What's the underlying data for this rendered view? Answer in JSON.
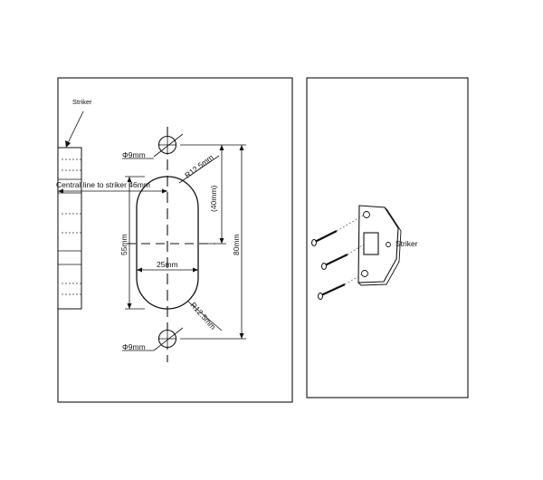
{
  "left_panel": {
    "striker_label": "Striker",
    "hole_top_label": "Φ9mm",
    "hole_bottom_label": "Φ9mm",
    "radius_top_label": "R12.5mm",
    "radius_bottom_label": "R12.5mm",
    "dim_40_label": "(40mm)",
    "dim_80_label": "80mm",
    "dim_55_label": "55mm",
    "dim_25_label": "25mm",
    "central_line_label": "Central line to striker 46mm"
  },
  "right_panel": {
    "striker_label": "Striker"
  }
}
